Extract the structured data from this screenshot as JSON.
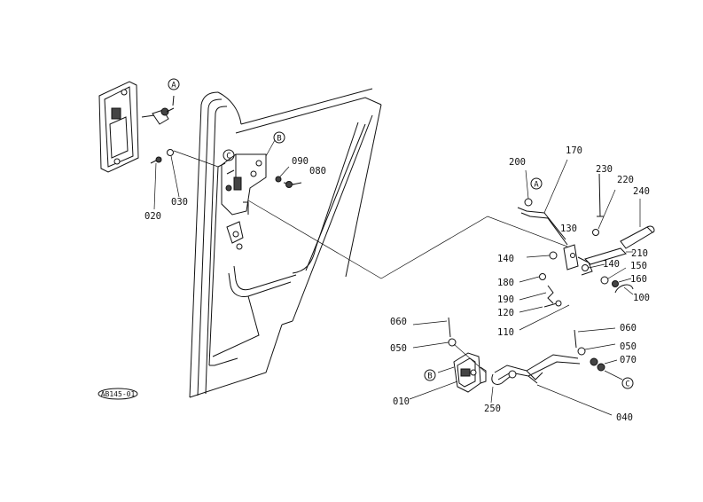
{
  "callouts": {
    "p010": "010",
    "p020": "020",
    "p030": "030",
    "p040": "040",
    "p050a": "050",
    "p050b": "050",
    "p060a": "060",
    "p060b": "060",
    "p070": "070",
    "p080": "080",
    "p090": "090",
    "p100": "100",
    "p110": "110",
    "p120": "120",
    "p130": "130",
    "p140a": "140",
    "p140b": "140",
    "p150": "150",
    "p160": "160",
    "p170": "170",
    "p180": "180",
    "p190": "190",
    "p200": "200",
    "p210": "210",
    "p220": "220",
    "p230": "230",
    "p240": "240",
    "p250": "250"
  },
  "markers": {
    "a1": "A",
    "a2": "A",
    "b1": "B",
    "b2": "B",
    "c1": "C",
    "c2": "C"
  },
  "drawing_code": "AB145-01"
}
